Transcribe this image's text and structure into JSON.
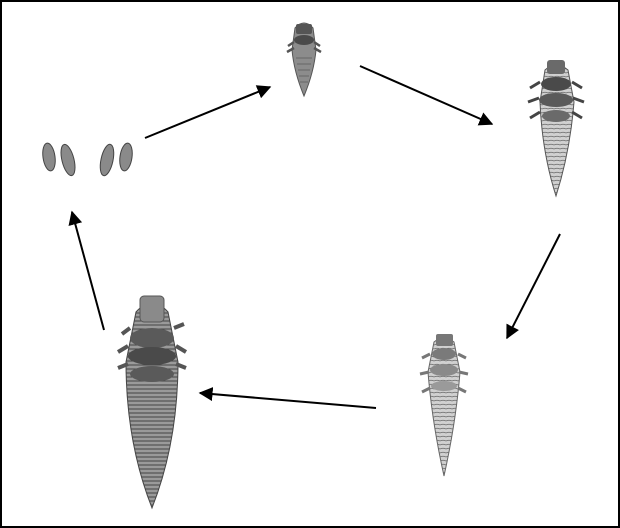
{
  "diagram": {
    "type": "life-cycle",
    "stages": [
      {
        "name": "eggs-stage",
        "order": 1
      },
      {
        "name": "first-instar-stage",
        "order": 2
      },
      {
        "name": "second-instar-stage",
        "order": 3
      },
      {
        "name": "third-instar-stage",
        "order": 4
      },
      {
        "name": "adult-stage",
        "order": 5
      }
    ],
    "cycle_direction": "clockwise",
    "colors": {
      "outline": "#000000",
      "arrow": "#000000",
      "body_dark": "#4a4a4a",
      "body_mid": "#8c8c8c",
      "body_light": "#c8c8c8",
      "background": "#ffffff"
    }
  }
}
